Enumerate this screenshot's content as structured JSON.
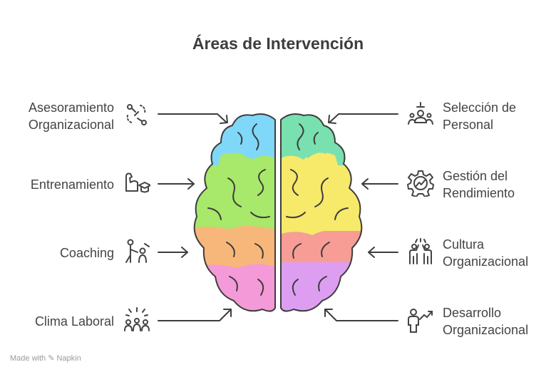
{
  "title": "Áreas de Intervención",
  "left_items": [
    {
      "line1": "Asesoramiento",
      "line2": "Organizacional",
      "icon": "route-icon"
    },
    {
      "line1": "Entrenamiento",
      "line2": "",
      "icon": "training-icon"
    },
    {
      "line1": "Coaching",
      "line2": "",
      "icon": "coaching-icon"
    },
    {
      "line1": "Clima Laboral",
      "line2": "",
      "icon": "team-climate-icon"
    }
  ],
  "right_items": [
    {
      "line1": "Selección de",
      "line2": "Personal",
      "icon": "selection-icon"
    },
    {
      "line1": "Gestión del",
      "line2": "Rendimiento",
      "icon": "gear-chart-icon"
    },
    {
      "line1": "Cultura",
      "line2": "Organizacional",
      "icon": "people-celebrating-icon"
    },
    {
      "line1": "Desarrollo",
      "line2": "Organizacional",
      "icon": "person-growth-icon"
    }
  ],
  "brain_colors": {
    "left": [
      "#7fd8f7",
      "#a8e86a",
      "#f8b77a",
      "#f59ad8"
    ],
    "right": [
      "#79e0b0",
      "#f7e96a",
      "#f79d96",
      "#dd9ef2"
    ]
  },
  "footer": {
    "made_with": "Made with",
    "brand": "Napkin"
  }
}
